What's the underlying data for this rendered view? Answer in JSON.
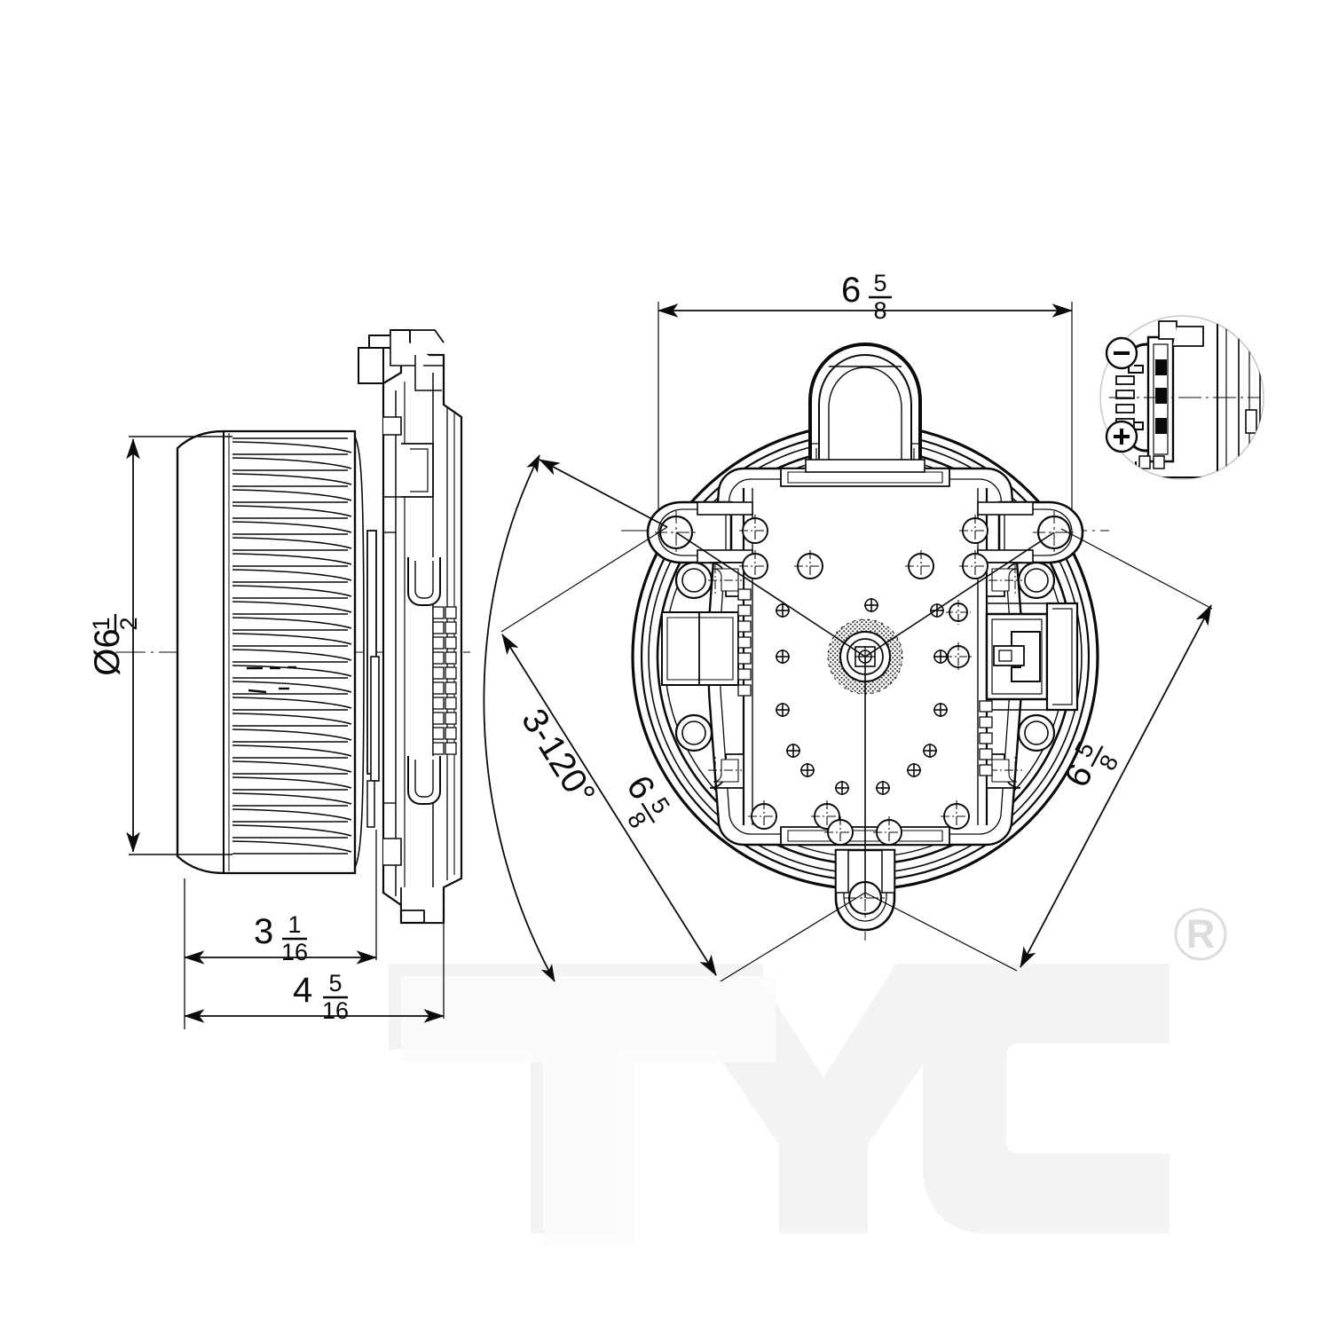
{
  "drawing": {
    "title": "Blower Motor Assembly Technical Drawing",
    "background_color": "#ffffff",
    "line_color": "#0a0a0a",
    "views": [
      {
        "name": "side-elevation-view",
        "label": ""
      },
      {
        "name": "front-plan-view",
        "label": ""
      },
      {
        "name": "connector-detail-view",
        "label": ""
      }
    ]
  },
  "dimensions": {
    "diameter": {
      "name": "overall-diameter",
      "symbol": "Ø",
      "whole": "6",
      "numerator": "1",
      "denominator": "2",
      "text": "Ø6 1/2",
      "orientation": "vertical"
    },
    "depth_wheel": {
      "name": "wheel-depth",
      "whole": "3",
      "numerator": "1",
      "denominator": "16",
      "text": "3 1/16",
      "orientation": "horizontal"
    },
    "depth_overall": {
      "name": "overall-depth",
      "whole": "4",
      "numerator": "5",
      "denominator": "16",
      "text": "4 5/16",
      "orientation": "horizontal"
    },
    "width_top": {
      "name": "overall-width",
      "whole": "6",
      "numerator": "5",
      "denominator": "8",
      "text": "6 5/8",
      "orientation": "horizontal"
    },
    "bolt_circle_left": {
      "name": "bolt-circle-left",
      "whole": "6",
      "numerator": "5",
      "denominator": "8",
      "text": "6 5/8",
      "orientation": "angled"
    },
    "bolt_circle_right": {
      "name": "bolt-circle-right",
      "whole": "6",
      "numerator": "5",
      "denominator": "8",
      "text": "6 5/8",
      "orientation": "angled"
    },
    "angular": {
      "name": "mounting-hole-angular-spacing",
      "text": "3-120°",
      "count": "3",
      "angle": "120",
      "unit": "°",
      "orientation": "angled"
    }
  },
  "detail_view": {
    "name": "terminal-polarity-detail",
    "negative_label": "−",
    "negative_name": "negative-terminal-marker",
    "positive_label": "+",
    "positive_name": "positive-terminal-marker"
  },
  "watermark": {
    "brand": "TYC",
    "registered_mark": "R",
    "color": "#f2f2f2",
    "mark_color": "#d8d8d8"
  }
}
